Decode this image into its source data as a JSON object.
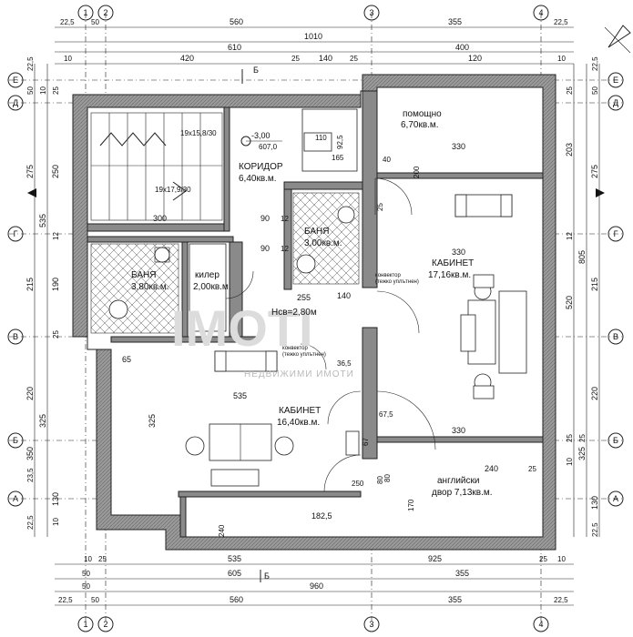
{
  "axes": {
    "vertical": [
      "1",
      "2",
      "3",
      "4"
    ],
    "horizontal": [
      "E",
      "Д",
      "Г",
      "В",
      "Б",
      "А"
    ]
  },
  "section_mark": "Б",
  "dims": {
    "top_row1": [
      "22,5",
      "50",
      "560",
      "355",
      "22,5"
    ],
    "top_row2": [
      "1010"
    ],
    "top_row3": [
      "610",
      "400"
    ],
    "top_row4": [
      "10",
      "420",
      "25",
      "140",
      "25",
      "120",
      "10"
    ],
    "bottom_row1": [
      "10",
      "25",
      "535",
      "925",
      "25",
      "10"
    ],
    "bottom_row2": [
      "50",
      "605",
      "355"
    ],
    "bottom_row3": [
      "50",
      "960"
    ],
    "bottom_row4": [
      "22,5",
      "50",
      "560",
      "355",
      "22,5"
    ],
    "left_col1": [
      "22,5",
      "50",
      "10",
      "275",
      "535",
      "215",
      "325",
      "220",
      "350",
      "23,5",
      "22,5"
    ],
    "left_col2": [
      "25",
      "250",
      "12",
      "190",
      "25",
      "130",
      "10"
    ],
    "right_col1": [
      "22,5",
      "50",
      "25",
      "275",
      "805",
      "215",
      "520",
      "220",
      "325",
      "130",
      "22,5"
    ],
    "right_col2": [
      "203",
      "12",
      "25",
      "25",
      "10"
    ],
    "interior": [
      "300",
      "90",
      "12",
      "90",
      "12",
      "255",
      "140",
      "65",
      "535",
      "325",
      "330",
      "330",
      "330",
      "240",
      "25",
      "182,5",
      "240",
      "80",
      "250",
      "170",
      "36,5",
      "67,5",
      "80",
      "92,5",
      "165",
      "110",
      "40",
      "200",
      "25",
      "67"
    ]
  },
  "stairs": {
    "upper": "19x15,8/30",
    "lower": "19x17,9/30"
  },
  "level": {
    "mark": "-3,00",
    "sub": "607,0"
  },
  "rooms": [
    {
      "name": "помощно",
      "area": "6,70кв.м."
    },
    {
      "name": "КОРИДОР",
      "area": "6,40кв.м."
    },
    {
      "name": "БАНЯ",
      "area": "3,00кв.м."
    },
    {
      "name": "КАБИНЕТ",
      "area": "17,16кв.м."
    },
    {
      "name": "БАНЯ",
      "area": "3,80кв.м."
    },
    {
      "name": "килер",
      "area": "2,00кв.м."
    },
    {
      "name": "КАБИНЕТ",
      "area": "16,40кв.м."
    },
    {
      "name": "английски",
      "area": "двор 7,13кв.м."
    }
  ],
  "height": "Hсв=2,80м",
  "convector1": "конвектор",
  "convector1b": "(тежко уплътнен)",
  "convector2": "конвектор",
  "convector2b": "(тежко уплътнен)",
  "watermark_brand": "IMOTI",
  "watermark_text": "НЕДВИЖИМИ ИМОТИ"
}
